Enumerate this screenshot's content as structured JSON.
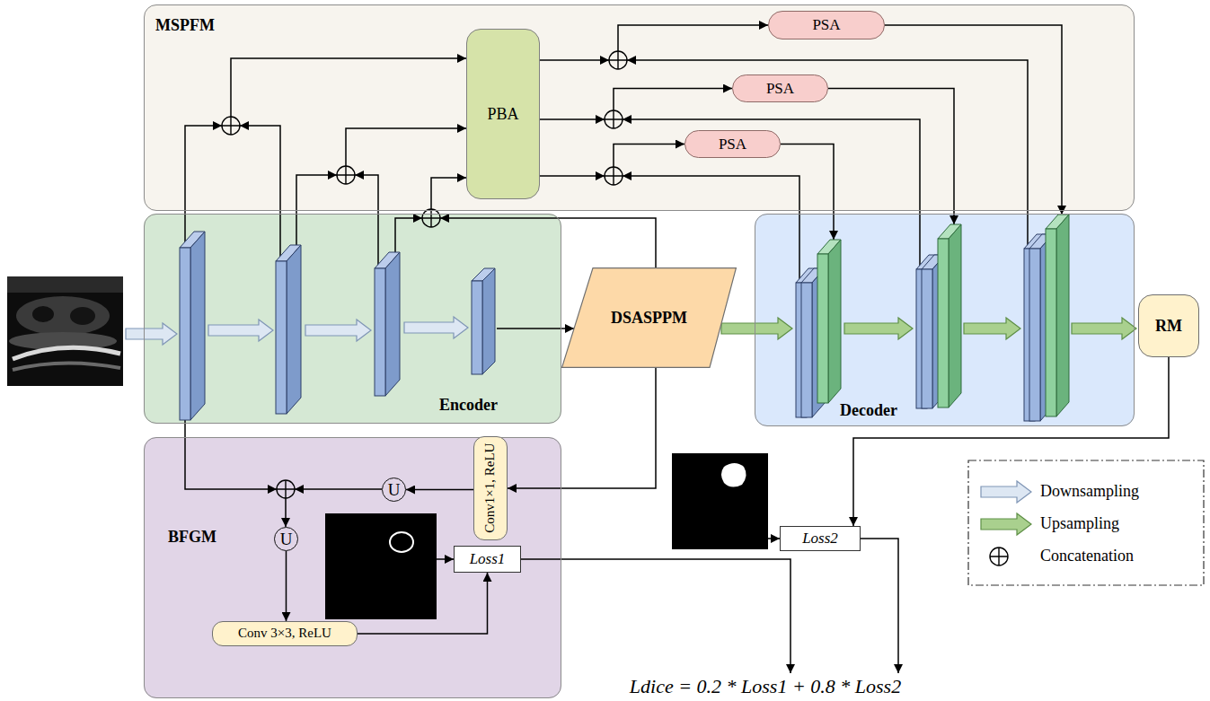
{
  "diagram": {
    "nodes": [
      {
        "text": [
          "MSPFM"
        ]
      },
      {
        "text": [
          "PBA"
        ],
        "in": 0
      },
      {
        "text": [
          "PSA"
        ],
        "in": 0
      },
      {
        "text": [
          "PSA"
        ],
        "in": 0
      },
      {
        "text": [
          "PSA"
        ],
        "in": 0
      },
      {
        "text": [
          "Encoder"
        ]
      },
      {
        "text": [
          "DSASPPM"
        ]
      },
      {
        "text": [
          "Decoder"
        ]
      },
      {
        "text": [
          "RM"
        ]
      },
      {
        "text": [
          "BFGM"
        ]
      },
      {
        "text": [
          "Conv1×1, ReLU"
        ],
        "in": 9
      },
      {
        "text": [
          "U"
        ],
        "in": 9
      },
      {
        "text": [
          "U"
        ],
        "in": 9
      },
      {
        "text": [
          "Conv 3×3, ReLU"
        ],
        "in": 9
      },
      {
        "text": [
          "Loss1"
        ],
        "in": 9
      },
      {
        "text": [
          "Loss2"
        ]
      }
    ],
    "edges": [
      {
        "from": 6,
        "to": 10,
        "arrow": "to"
      },
      {
        "from": 10,
        "to": 11,
        "arrow": "to"
      },
      {
        "from": 12,
        "to": 13,
        "arrow": "to"
      },
      {
        "from": 13,
        "to": 14,
        "arrow": "to"
      },
      {
        "from": 8,
        "to": 15,
        "arrow": "to"
      }
    ],
    "labels": [
      "Ldice = 0.2 * Loss1 + 0.8 * Loss2"
    ],
    "legend": [
      {
        "text": "Downsampling"
      },
      {
        "text": "Upsampling"
      },
      {
        "text": "Concatenation"
      }
    ]
  }
}
